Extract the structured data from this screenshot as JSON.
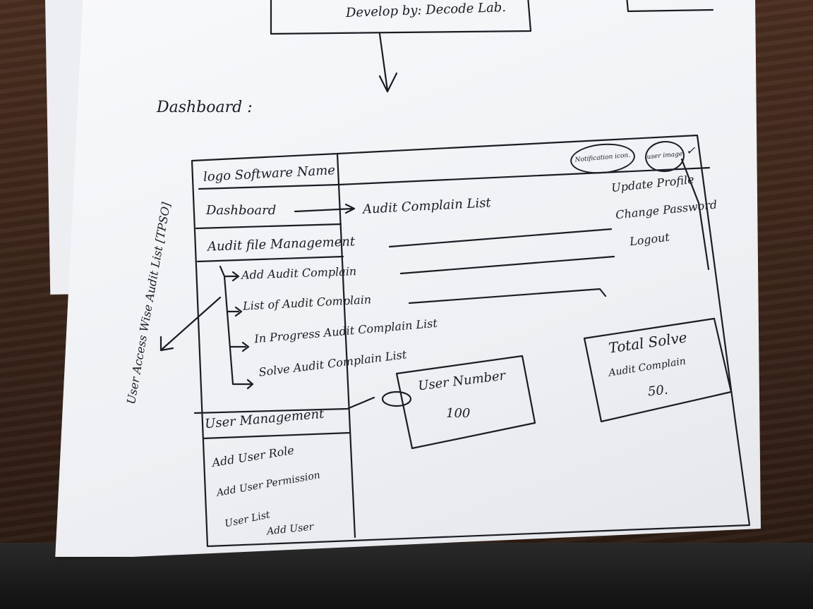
{
  "header_box": {
    "develop_by": "Develop by: Decode Lab."
  },
  "page_heading": "Dashboard :",
  "top_bar": {
    "logo_software_name": "logo Software Name",
    "notification_icon_label": "Notification icon.",
    "user_image_label": "user image"
  },
  "user_menu": {
    "items": [
      "Update Profile",
      "Change Password",
      "Logout"
    ]
  },
  "sidebar": {
    "dashboard": "Dashboard",
    "audit_file_management": "Audit file Management",
    "audit_submenu": [
      "Add Audit Complain",
      "List of Audit Complain",
      "In Progress Audit Complain List",
      "Solve Audit Complain List"
    ],
    "user_management": "User Management",
    "user_submenu": [
      "Add User Role",
      "Add User Permission",
      "User List",
      "Add User"
    ]
  },
  "main": {
    "dashboard_link_target": "Audit Complain List",
    "side_note": "User Access Wise Audit List [TPSO]",
    "user_number_card": {
      "label": "User Number",
      "value": "100"
    },
    "total_solve_card": {
      "title": "Total Solve",
      "subtitle": "Audit Complain",
      "value": "50."
    }
  },
  "colors": {
    "ink": "#1c1c24",
    "paper": "#f4f5f7",
    "desk": "#3a2419"
  }
}
